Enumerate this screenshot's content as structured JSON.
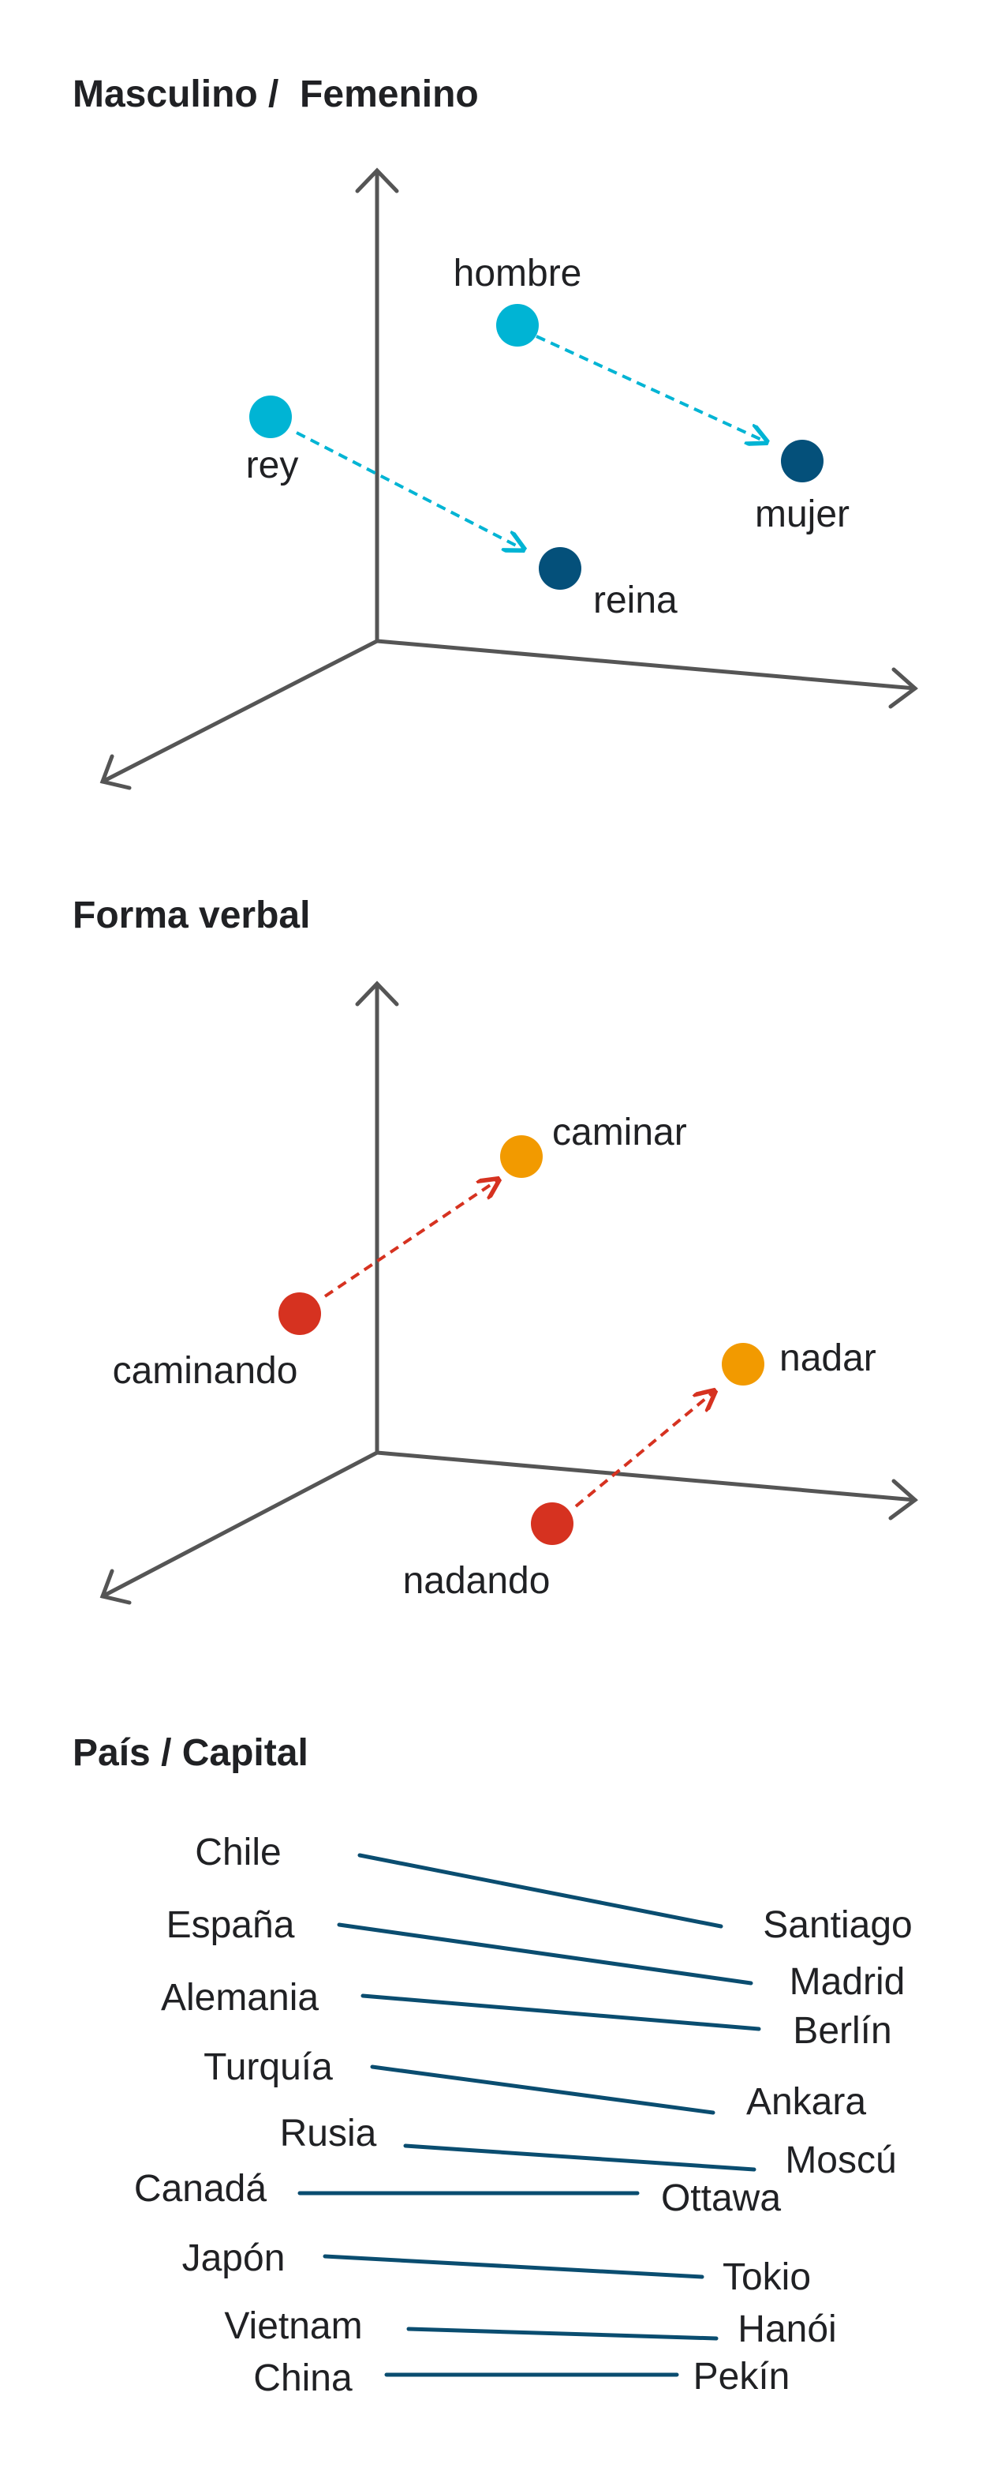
{
  "colors": {
    "axis": "#555555",
    "masc": "#00b4d4",
    "fem": "#04507a",
    "verb_base": "#f29a00",
    "verb_gerund": "#d63220",
    "country_line": "#0a4d70"
  },
  "sections": {
    "gender": {
      "title": "Masculino /  Femenino"
    },
    "verb": {
      "title": "Forma verbal"
    },
    "country": {
      "title": "País / Capital"
    }
  },
  "gender": {
    "hombre": "hombre",
    "mujer": "mujer",
    "rey": "rey",
    "reina": "reina"
  },
  "verb": {
    "caminar": "caminar",
    "caminando": "caminando",
    "nadar": "nadar",
    "nadando": "nadando"
  },
  "country": {
    "pairs": [
      {
        "country": "Chile",
        "capital": "Santiago"
      },
      {
        "country": "España",
        "capital": "Madrid"
      },
      {
        "country": "Alemania",
        "capital": "Berlín"
      },
      {
        "country": "Turquía",
        "capital": "Ankara"
      },
      {
        "country": "Rusia",
        "capital": "Moscú"
      },
      {
        "country": "Canadá",
        "capital": "Ottawa"
      },
      {
        "country": "Japón",
        "capital": "Tokio"
      },
      {
        "country": "Vietnam",
        "capital": "Hanói"
      },
      {
        "country": "China",
        "capital": "Pekín"
      }
    ]
  }
}
